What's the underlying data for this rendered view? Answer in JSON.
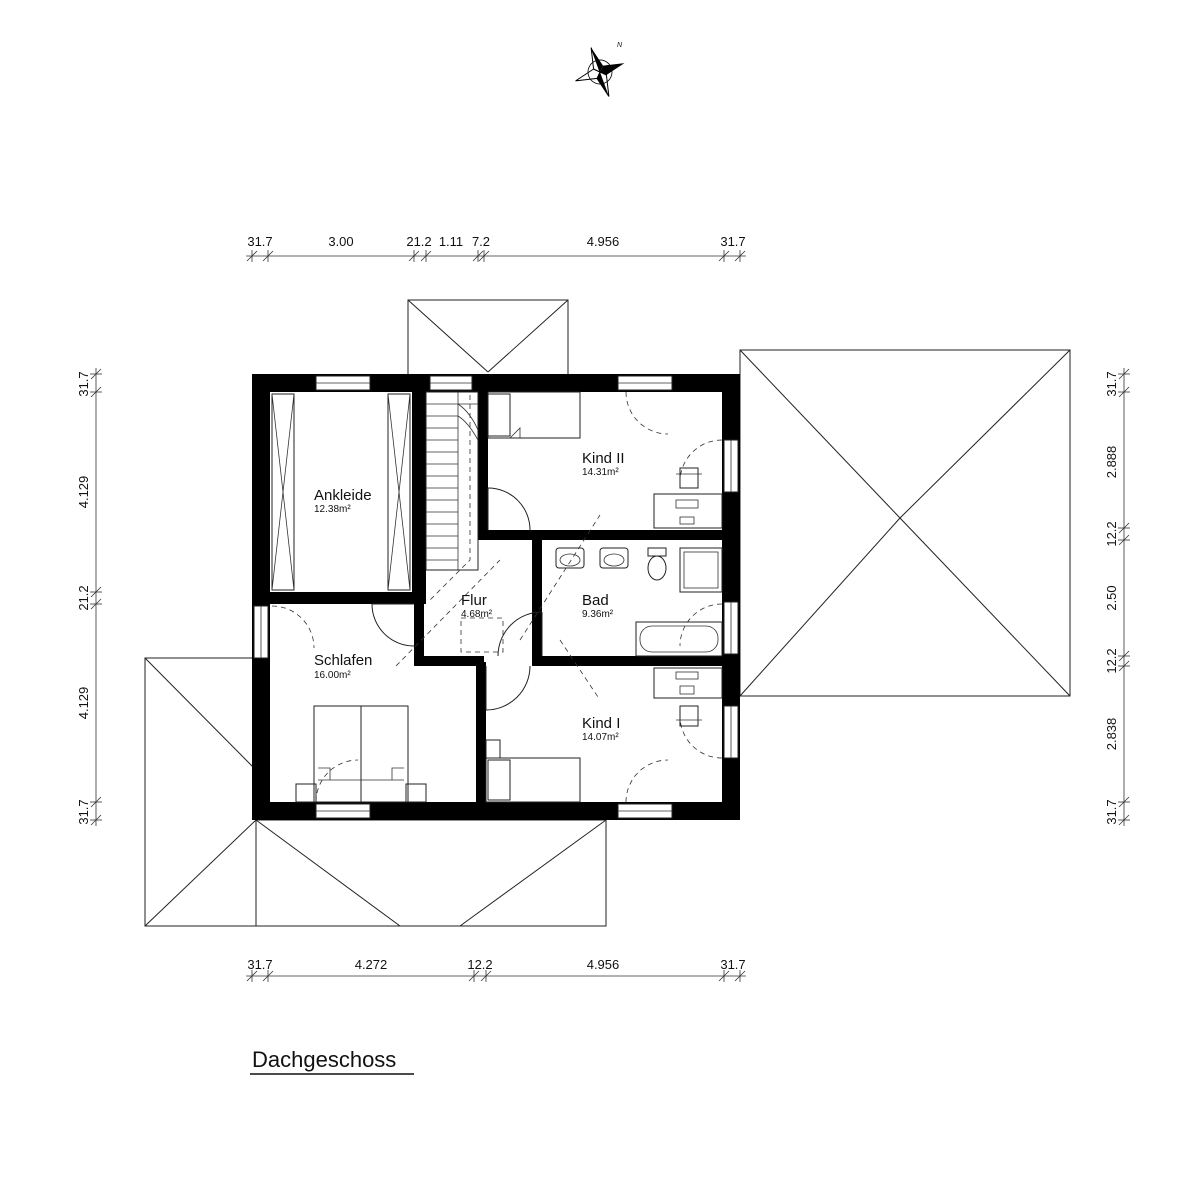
{
  "plan": {
    "title": "Dachgeschoss",
    "compass": {
      "north_label": "N"
    }
  },
  "rooms": [
    {
      "key": "ankleide",
      "name": "Ankleide",
      "area": "12.38m²"
    },
    {
      "key": "schlafen",
      "name": "Schlafen",
      "area": "16.00m²"
    },
    {
      "key": "flur",
      "name": "Flur",
      "area": "4.68m²"
    },
    {
      "key": "kind2",
      "name": "Kind II",
      "area": "14.31m²"
    },
    {
      "key": "bad",
      "name": "Bad",
      "area": "9.36m²"
    },
    {
      "key": "kind1",
      "name": "Kind I",
      "area": "14.07m²"
    }
  ],
  "dimensions": {
    "top": [
      "31.7",
      "3.00",
      "21.2",
      "1.11",
      "7.2",
      "4.956",
      "31.7"
    ],
    "bottom": [
      "31.7",
      "4.272",
      "12.2",
      "4.956",
      "31.7"
    ],
    "left": [
      "31.7",
      "4.129",
      "21.2",
      "4.129",
      "31.7"
    ],
    "right": [
      "31.7",
      "2.888",
      "12.2",
      "2.50",
      "12.2",
      "2.838",
      "31.7"
    ]
  },
  "colors": {
    "wall": "#000000",
    "line": "#222222",
    "background": "#ffffff"
  }
}
